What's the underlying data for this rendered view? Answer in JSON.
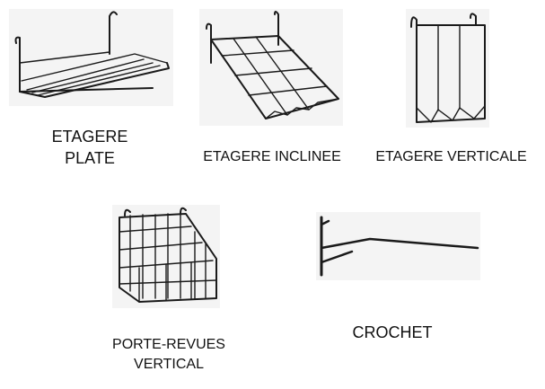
{
  "products": [
    {
      "id": "etagere-plate",
      "label_lines": [
        "ETAGERE",
        "PLATE"
      ]
    },
    {
      "id": "etagere-inclinee",
      "label_lines": [
        "ETAGERE INCLINEE"
      ]
    },
    {
      "id": "etagere-verticale",
      "label_lines": [
        "ETAGERE VERTICALE"
      ]
    },
    {
      "id": "porte-revues-vertical",
      "label_lines": [
        "PORTE-REVUES",
        "VERTICAL"
      ]
    },
    {
      "id": "crochet",
      "label_lines": [
        "CROCHET"
      ]
    }
  ]
}
